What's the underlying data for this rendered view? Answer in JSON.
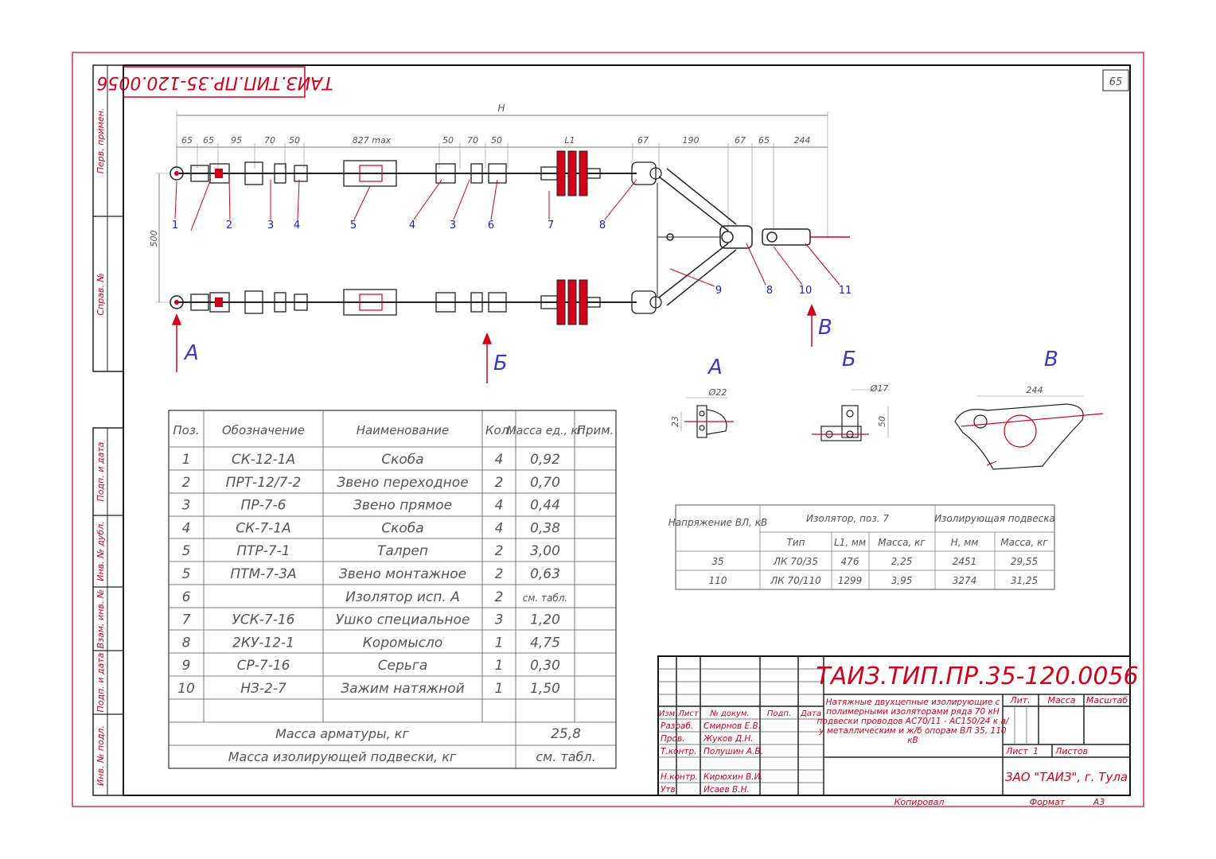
{
  "sheet": {
    "page_number": "65",
    "rotated_code": "ТАИЗ.ТИП.ПР.35-120.0056",
    "left_stamp_labels": [
      "Перв. примен.",
      "Справ. №",
      "Подп. и дата",
      "Инв. № дубл.",
      "Взам. инв. №",
      "Подп. и дата",
      "Инв. № подл."
    ]
  },
  "drawing": {
    "dims_top": [
      "65",
      "65",
      "95",
      "70",
      "50",
      "827 max",
      "50",
      "70",
      "50",
      "L1",
      "67",
      "190",
      "67",
      "65",
      "244"
    ],
    "dim_overall": "H",
    "dim_vertical": "500",
    "callouts_top": [
      "1",
      "2",
      "3",
      "4",
      "5",
      "4",
      "3",
      "6",
      "7",
      "8"
    ],
    "callouts_right": [
      "9",
      "8",
      "10",
      "11"
    ],
    "view_arrows": [
      "А",
      "Б",
      "В"
    ],
    "detail_titles": [
      "А",
      "Б",
      "В"
    ],
    "detail_dims": {
      "a_diam": "Ø22",
      "a_height": "23",
      "b_diam": "Ø17",
      "b_height": "50",
      "v_width": "244"
    }
  },
  "parts_table": {
    "headers": [
      "Поз.",
      "Обозначение",
      "Наименование",
      "Кол.",
      "Масса ед., кг",
      "Прим."
    ],
    "rows": [
      [
        "1",
        "СК-12-1А",
        "Скоба",
        "4",
        "0,92",
        ""
      ],
      [
        "2",
        "ПРТ-12/7-2",
        "Звено переходное",
        "2",
        "0,70",
        ""
      ],
      [
        "3",
        "ПР-7-6",
        "Звено прямое",
        "4",
        "0,44",
        ""
      ],
      [
        "4",
        "СК-7-1А",
        "Скоба",
        "4",
        "0,38",
        ""
      ],
      [
        "5",
        "ПТР-7-1",
        "Талреп",
        "2",
        "3,00",
        ""
      ],
      [
        "5",
        "ПТМ-7-3А",
        "Звено монтажное",
        "2",
        "0,63",
        ""
      ],
      [
        "6",
        "",
        "Изолятор исп. А",
        "2",
        "см. табл.",
        ""
      ],
      [
        "7",
        "УСК-7-16",
        "Ушко специальное",
        "3",
        "1,20",
        ""
      ],
      [
        "8",
        "2КУ-12-1",
        "Коромысло",
        "1",
        "4,75",
        ""
      ],
      [
        "9",
        "СР-7-16",
        "Серьга",
        "1",
        "0,30",
        ""
      ],
      [
        "10",
        "НЗ-2-7",
        "Зажим натяжной",
        "1",
        "1,50",
        ""
      ],
      [
        "",
        "",
        "",
        "",
        "",
        ""
      ]
    ],
    "mass_fittings_label": "Масса арматуры, кг",
    "mass_fittings_value": "25,8",
    "mass_suspension_label": "Масса изолирующей подвески, кг",
    "mass_suspension_value": "см. табл."
  },
  "voltage_table": {
    "h_voltage": "Напряжение ВЛ, кВ",
    "h_insulator": "Изолятор, поз. 7",
    "h_suspension": "Изолирующая подвеска",
    "sub_headers": [
      "Тип",
      "L1, мм",
      "Масса, кг",
      "Н, мм",
      "Масса, кг"
    ],
    "rows": [
      [
        "35",
        "ЛК 70/35",
        "476",
        "2,25",
        "2451",
        "29,55"
      ],
      [
        "110",
        "ЛК 70/110",
        "1299",
        "3,95",
        "3274",
        "31,25"
      ]
    ]
  },
  "title_block": {
    "code": "ТАИЗ.ТИП.ПР.35-120.0056",
    "description_lines": [
      "Натяжные двухцепные изолирующие с",
      "полимерными изоляторами ряда 70 кН",
      "подвески проводов АС70/11 - АС150/24 к а/",
      "у металлическим и ж/б опорам ВЛ 35, 110",
      "кВ"
    ],
    "col_headers": [
      "Изм",
      "Лист",
      "№ докум.",
      "Подп.",
      "Дата"
    ],
    "roles": [
      {
        "role": "Разраб.",
        "name": "Смирнов Е.В."
      },
      {
        "role": "Пров.",
        "name": "Жуков Д.Н."
      },
      {
        "role": "Т.контр.",
        "name": "Полушин А.В."
      },
      {
        "role": "Н.контр.",
        "name": "Кирюхин В.И."
      },
      {
        "role": "Утв.",
        "name": "Исаев В.Н."
      }
    ],
    "lit_header": "Лит.",
    "mass_header": "Масса",
    "scale_header": "Масштаб",
    "sheet_label": "Лист",
    "sheet_value": "1",
    "sheets_label": "Листов",
    "company": "ЗАО \"ТАИЗ\", г. Тула",
    "copied": "Копировал",
    "format_label": "Формат",
    "format_value": "А3"
  },
  "colors": {
    "red": "#d0021b",
    "blue": "#1a1ac8",
    "line": "#222222"
  }
}
